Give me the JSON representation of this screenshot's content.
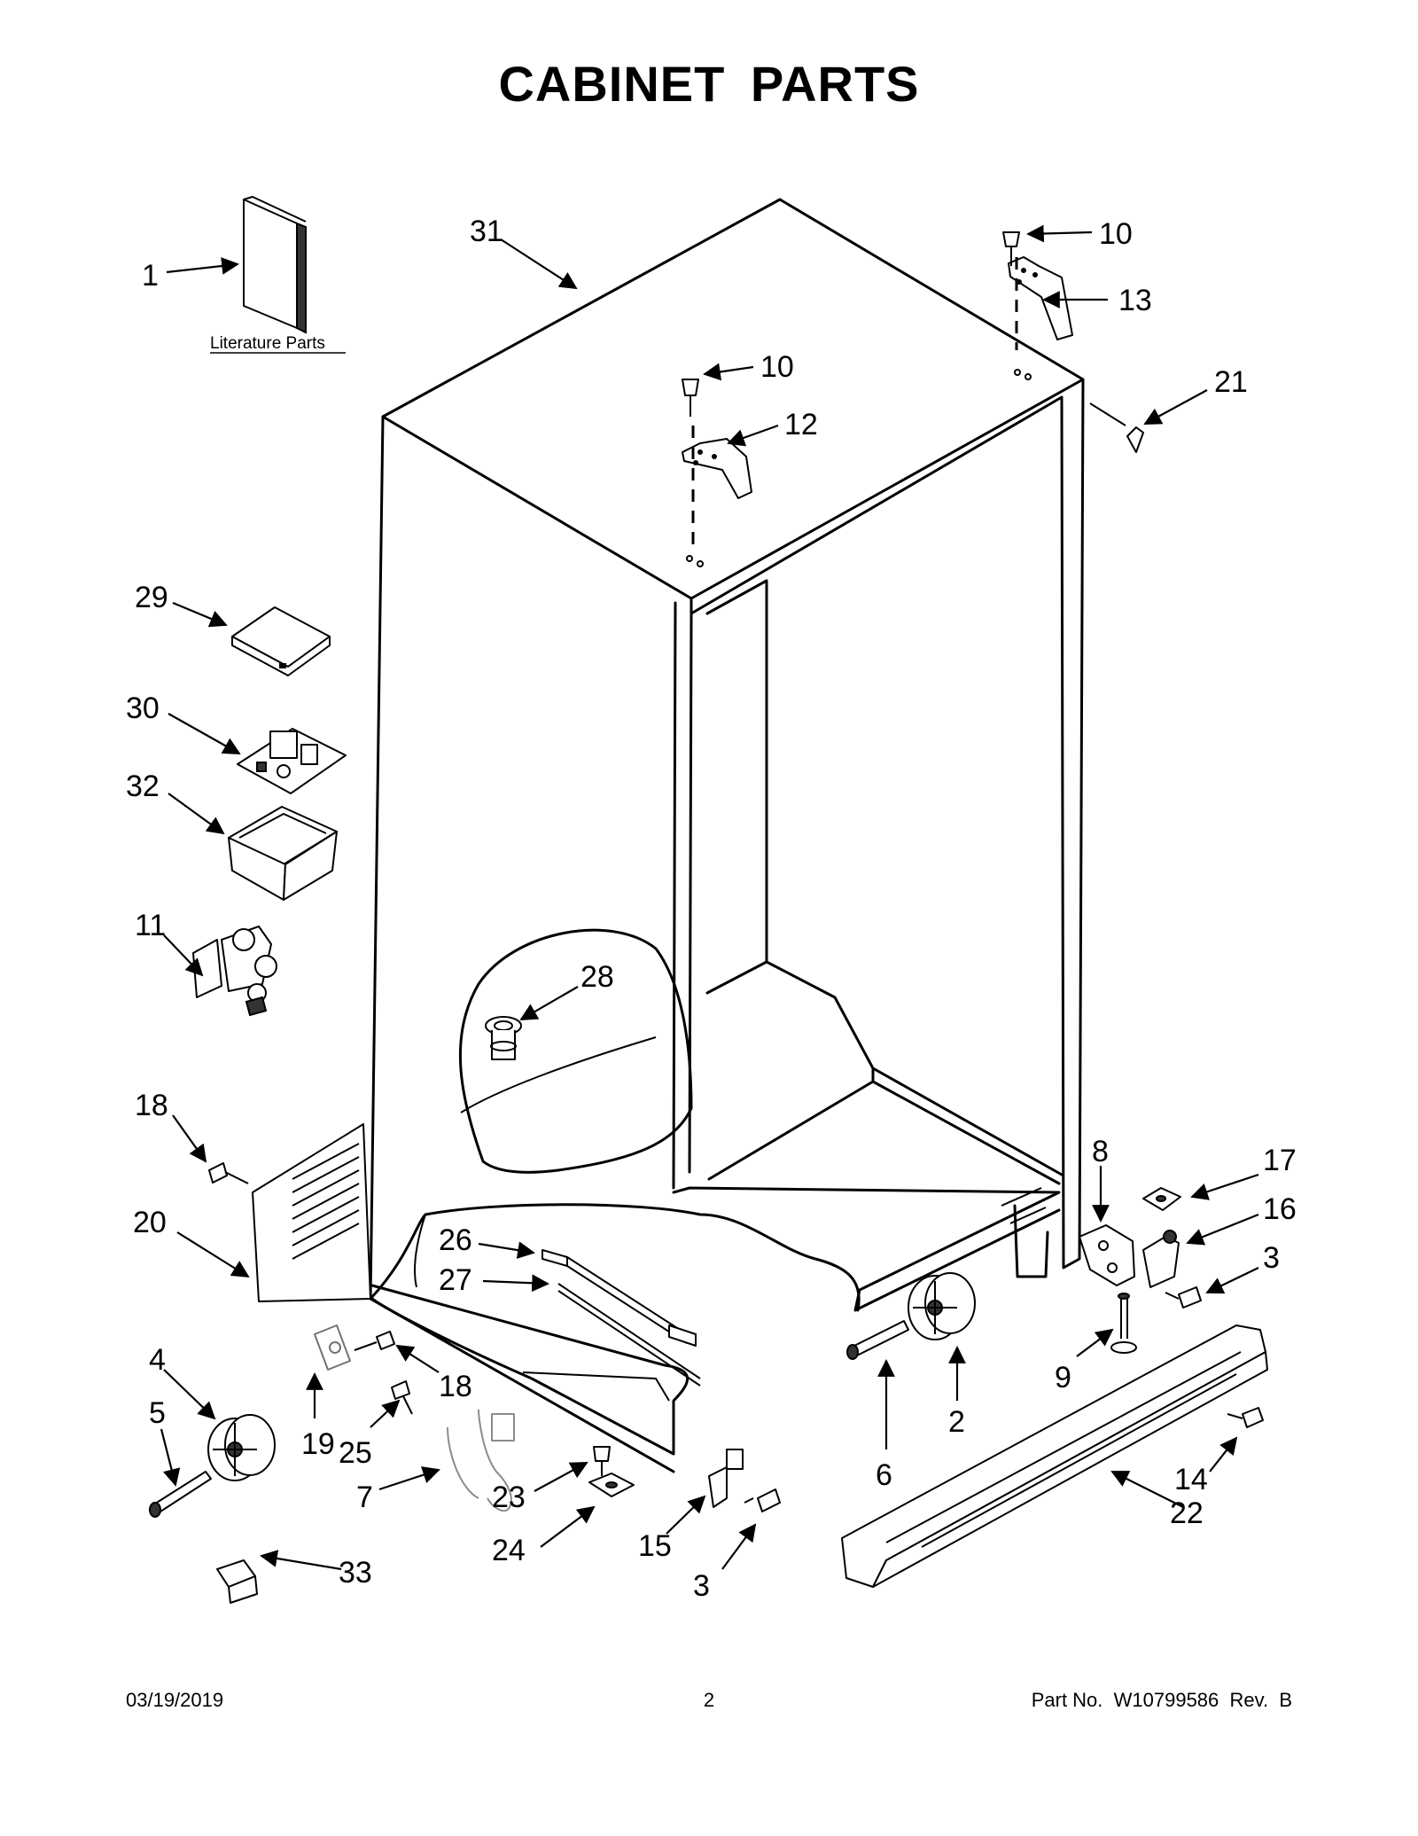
{
  "title": "CABINET PARTS",
  "literature_label": "Literature Parts",
  "callouts": {
    "c1": "1",
    "c31": "31",
    "c10a": "10",
    "c10b": "10",
    "c13": "13",
    "c21": "21",
    "c12": "12",
    "c29": "29",
    "c30": "30",
    "c32": "32",
    "c11": "11",
    "c28": "28",
    "c18a": "18",
    "c20": "20",
    "c26": "26",
    "c27": "27",
    "c8": "8",
    "c17": "17",
    "c16": "16",
    "c3a": "3",
    "c9": "9",
    "c4": "4",
    "c5": "5",
    "c19": "19",
    "c18b": "18",
    "c25": "25",
    "c7": "7",
    "c6": "6",
    "c2": "2",
    "c23": "23",
    "c24": "24",
    "c15": "15",
    "c3b": "3",
    "c14": "14",
    "c22": "22",
    "c33": "33"
  },
  "footer": {
    "date": "03/19/2019",
    "page": "2",
    "part_no": "Part No.  W10799586  Rev.  B"
  }
}
